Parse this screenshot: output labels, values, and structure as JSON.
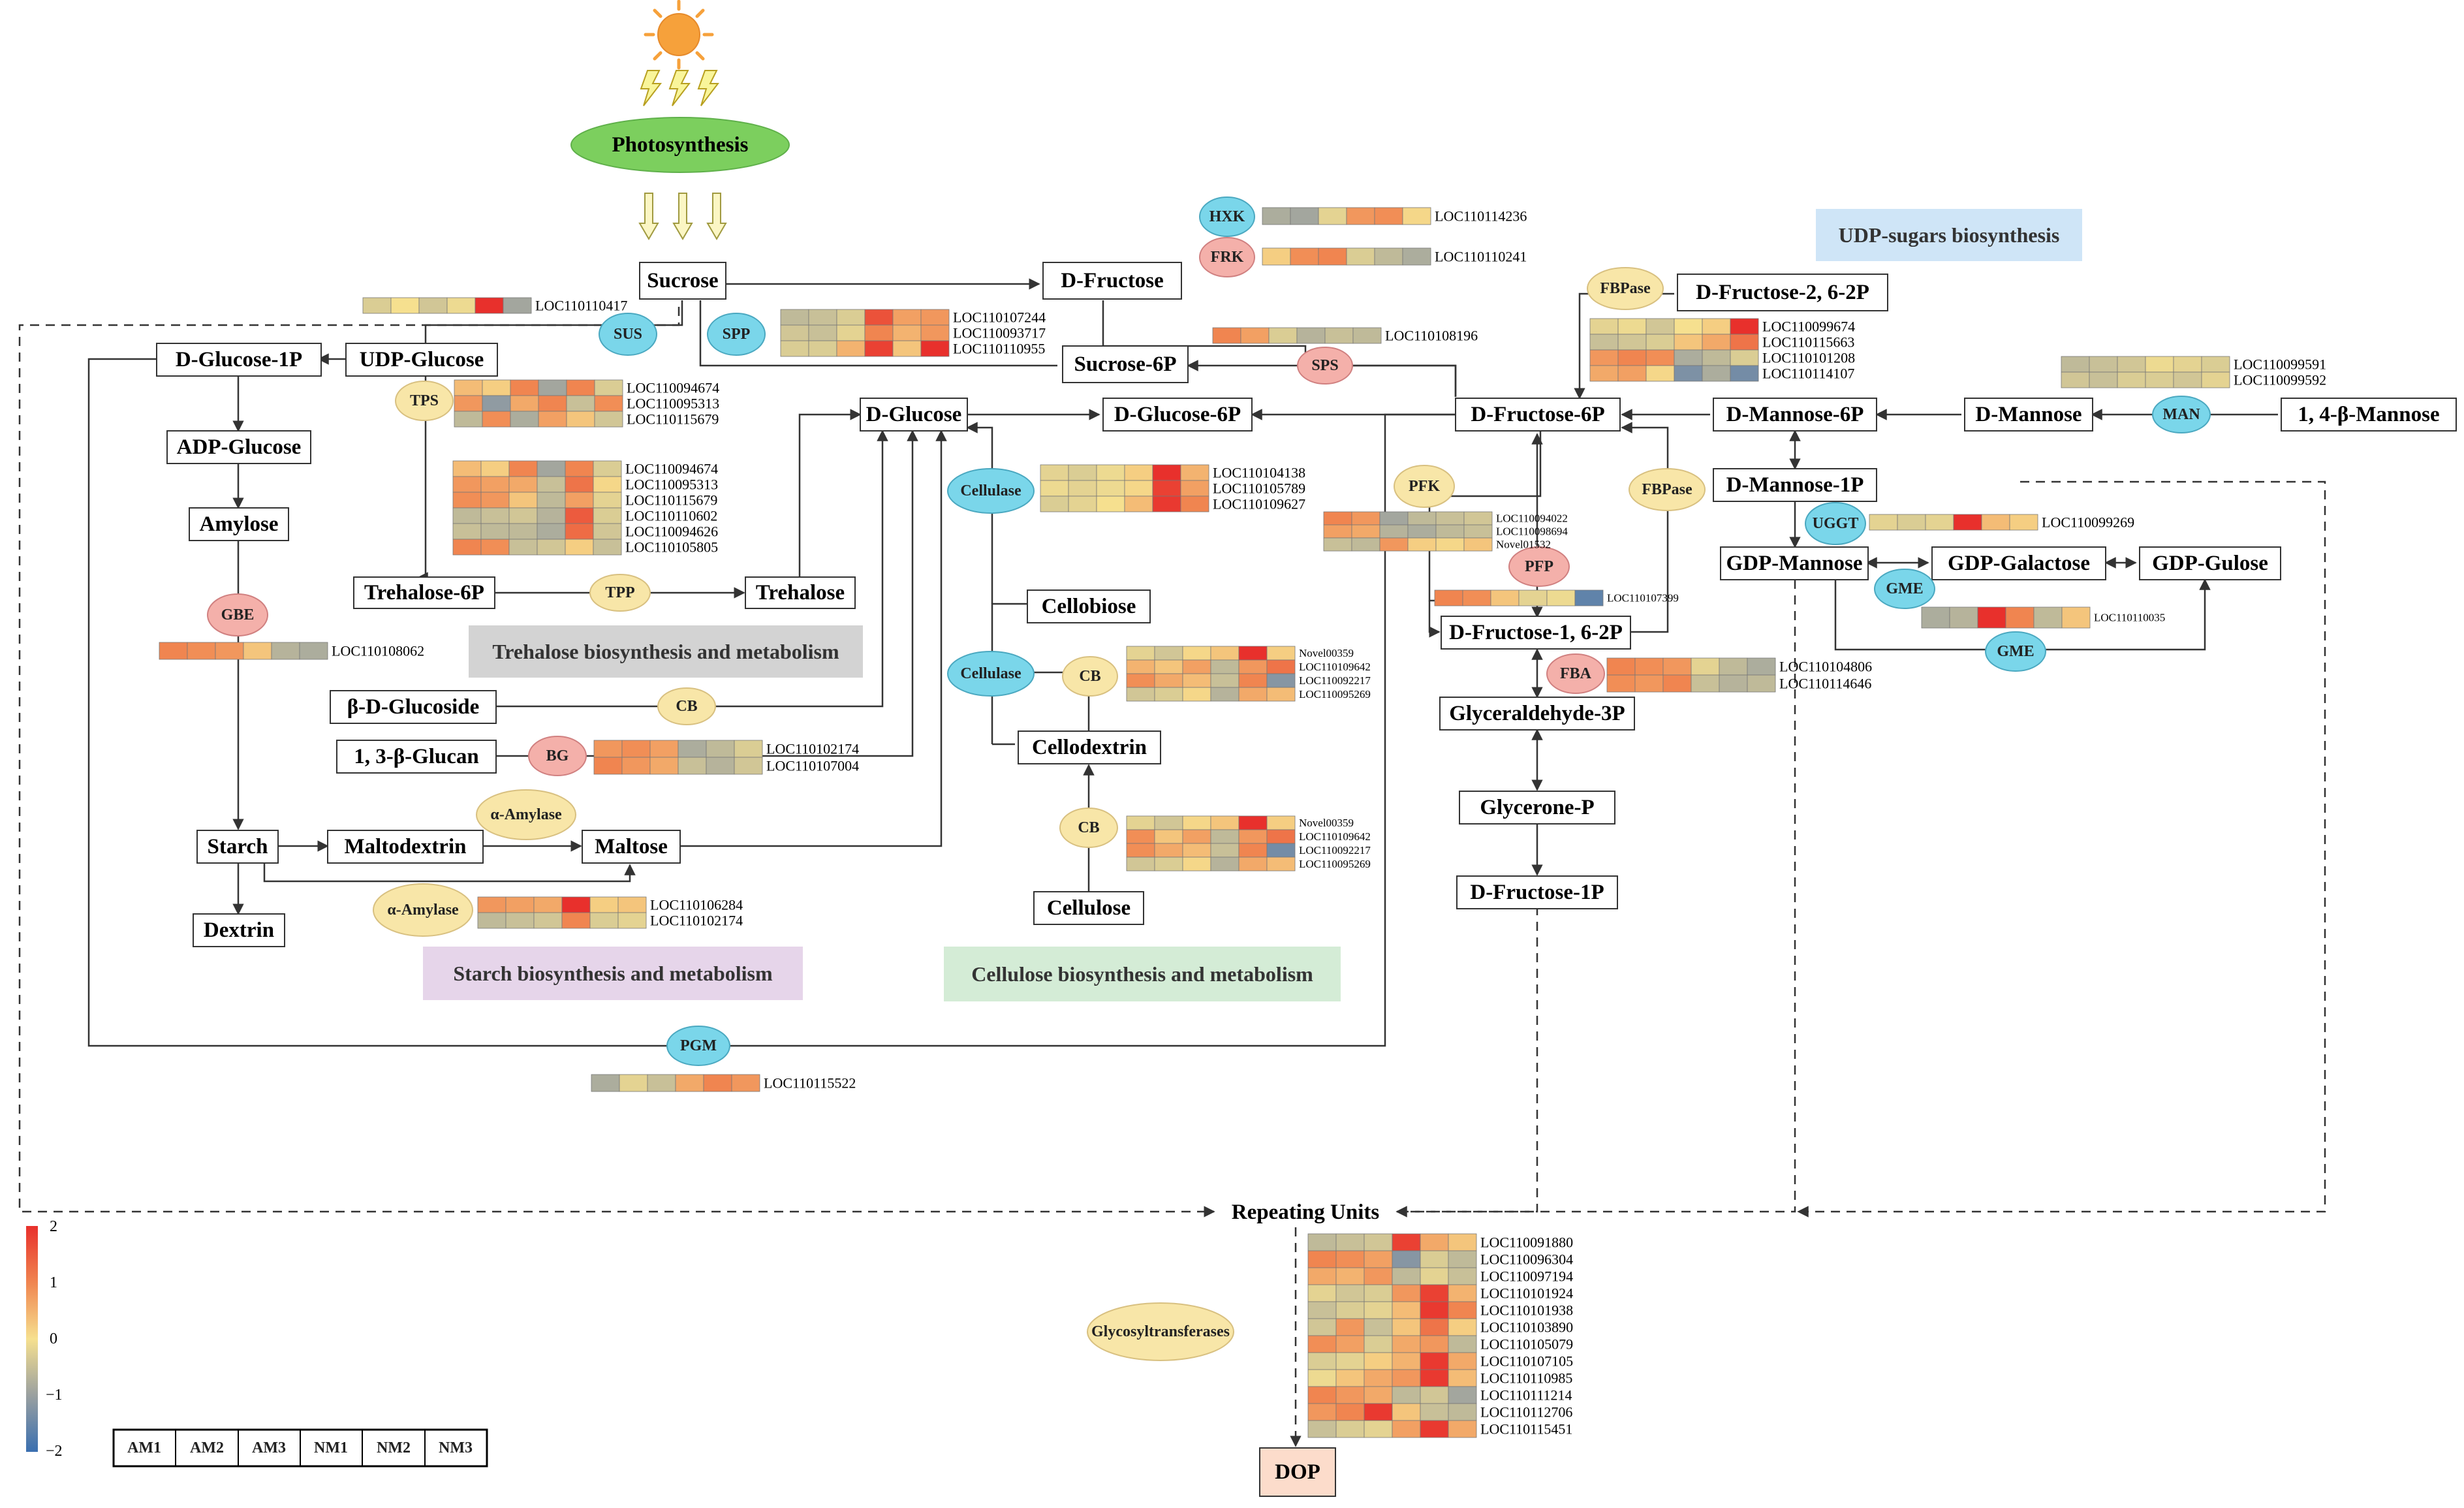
{
  "colors": {
    "enzyme_cyan": "#7ad6ea",
    "enzyme_red": "#f4b0aa",
    "enzyme_cream": "#f8e6a8",
    "photosynthesis": "#7ccf5e",
    "sun": "#f6a13b",
    "section_trehalose": "#d3d3d3",
    "section_starch": "#e6d5ea",
    "section_cellulose": "#d4ecd6",
    "section_udp": "#cfe5f7",
    "dop": "#fcdccb",
    "heat_low": "#3a6fb0",
    "heat_mid": "#f6e08f",
    "heat_high": "#e8302c"
  },
  "photosynthesis": "Photosynthesis",
  "nodes": {
    "sucrose": "Sucrose",
    "d_fructose": "D-Fructose",
    "d_fructose_26_2p": "D-Fructose-2, 6-2P",
    "d_glucose_1p": "D-Glucose-1P",
    "udp_glucose": "UDP-Glucose",
    "sucrose_6p": "Sucrose-6P",
    "d_glucose": "D-Glucose",
    "d_glucose_6p": "D-Glucose-6P",
    "d_fructose_6p": "D-Fructose-6P",
    "d_mannose_6p": "D-Mannose-6P",
    "d_mannose": "D-Mannose",
    "b14_mannose": "1, 4-β-Mannose",
    "adp_glucose": "ADP-Glucose",
    "amylose": "Amylose",
    "d_mannose_1p": "D-Mannose-1P",
    "gdp_mannose": "GDP-Mannose",
    "gdp_galactose": "GDP-Galactose",
    "gdp_gulose": "GDP-Gulose",
    "trehalose_6p": "Trehalose-6P",
    "trehalose": "Trehalose",
    "cellobiose": "Cellobiose",
    "d_fructose_16_2p": "D-Fructose-1, 6-2P",
    "b_d_glucoside": "β-D-Glucoside",
    "glucan": "1, 3-β-Glucan",
    "cellodextrin": "Cellodextrin",
    "glyceraldehyde_3p": "Glyceraldehyde-3P",
    "glycerone_p": "Glycerone-P",
    "starch": "Starch",
    "maltodextrin": "Maltodextrin",
    "maltose": "Maltose",
    "d_fructose_1p": "D-Fructose-1P",
    "dextrin": "Dextrin",
    "cellulose": "Cellulose",
    "repeating_units": "Repeating Units",
    "dop": "DOP"
  },
  "enzymes": {
    "hxk": "HXK",
    "frk": "FRK",
    "fbpase_top": "FBPase",
    "sus": "SUS",
    "spp": "SPP",
    "sps": "SPS",
    "man": "MAN",
    "tps": "TPS",
    "cellulase_1": "Cellulase",
    "pfk": "PFK",
    "fbpase_right": "FBPase",
    "uggt": "UGGT",
    "pfp": "PFP",
    "gbe": "GBE",
    "gme_1": "GME",
    "tpp": "TPP",
    "gme_2": "GME",
    "cellulase_2": "Cellulase",
    "cb_1": "CB",
    "fba": "FBA",
    "cb_2": "CB",
    "bg": "BG",
    "alpha_amylase_1": "α-Amylase",
    "cb_3": "CB",
    "alpha_amylase_2": "α-Amylase",
    "pgm": "PGM",
    "glycosyltransferases": "Glycosyltransferases"
  },
  "sections": {
    "udp": "UDP-sugars biosynthesis",
    "trehalose": "Trehalose biosynthesis and metabolism",
    "starch": "Starch biosynthesis and metabolism",
    "cellulose": "Cellulose biosynthesis and metabolism"
  },
  "legend": {
    "ticks": [
      "2",
      "1",
      "0",
      "−1",
      "−2"
    ],
    "samples": [
      "AM1",
      "AM2",
      "AM3",
      "NM1",
      "NM2",
      "NM3"
    ]
  },
  "heatmaps": {
    "hxk": {
      "genes": [
        "LOC110114236"
      ],
      "values": [
        [
          -0.8,
          -0.9,
          -0.2,
          0.8,
          0.9,
          0.1
        ]
      ]
    },
    "frk": {
      "genes": [
        "LOC110110241"
      ],
      "values": [
        [
          0.2,
          0.9,
          1.0,
          -0.3,
          -0.6,
          -0.8
        ]
      ]
    },
    "sus": {
      "genes": [
        "LOC110110417"
      ],
      "values": [
        [
          -0.3,
          0,
          -0.4,
          -0.1,
          2.0,
          -0.9
        ]
      ]
    },
    "spp": {
      "genes": [
        "LOC110107244",
        "LOC110093717",
        "LOC110110955"
      ],
      "values": [
        [
          -0.6,
          -0.5,
          -0.3,
          1.6,
          0.7,
          0.8
        ],
        [
          -0.4,
          -0.5,
          -0.2,
          1.0,
          0.5,
          0.8
        ],
        [
          -0.3,
          -0.3,
          0.5,
          1.8,
          0.3,
          2.0
        ]
      ]
    },
    "sps": {
      "genes": [
        "LOC110108196"
      ],
      "values": [
        [
          1.0,
          0.7,
          -0.3,
          -0.7,
          -0.5,
          -0.6
        ]
      ]
    },
    "fbpase_top": {
      "genes": [
        "LOC110099674",
        "LOC110115663",
        "LOC110101208",
        "LOC110114107"
      ],
      "values": [
        [
          -0.2,
          -0.1,
          -0.4,
          0,
          0.2,
          2.0
        ],
        [
          -0.5,
          -0.4,
          -0.3,
          0.3,
          0.6,
          1.2
        ],
        [
          0.8,
          1.0,
          0.9,
          -0.8,
          -0.6,
          -0.3
        ],
        [
          0.6,
          0.7,
          0.1,
          -1.3,
          -0.8,
          -1.4
        ]
      ]
    },
    "man": {
      "genes": [
        "LOC110099591",
        "LOC110099592"
      ],
      "values": [
        [
          -0.6,
          -0.5,
          -0.4,
          -0.1,
          -0.2,
          -0.3
        ],
        [
          -0.4,
          -0.5,
          -0.3,
          -0.3,
          -0.4,
          -0.2
        ]
      ]
    },
    "tps_1": {
      "genes": [
        "LOC110094674",
        "LOC110095313",
        "LOC110115679"
      ],
      "values": [
        [
          0.4,
          0.2,
          1.0,
          -0.9,
          1.0,
          -0.3
        ],
        [
          0.8,
          -1.1,
          0.6,
          1.0,
          -0.5,
          0.9
        ],
        [
          -0.6,
          0.9,
          -0.8,
          0.7,
          0.3,
          -0.4
        ]
      ]
    },
    "tps_2": {
      "genes": [
        "LOC110094674",
        "LOC110095313",
        "LOC110115679",
        "LOC110110602",
        "LOC110094626",
        "LOC110105805"
      ],
      "values": [
        [
          0.4,
          0.2,
          1.0,
          -0.9,
          1.0,
          -0.3
        ],
        [
          0.8,
          0.7,
          0.6,
          -0.5,
          1.2,
          0.1
        ],
        [
          0.9,
          0.8,
          0.3,
          -0.6,
          0.7,
          -0.2
        ],
        [
          -0.6,
          -0.5,
          -0.4,
          -0.7,
          1.5,
          -0.3
        ],
        [
          -0.5,
          -0.6,
          -0.6,
          -0.8,
          1.3,
          -0.4
        ],
        [
          1.0,
          0.9,
          -0.5,
          -0.4,
          0.2,
          -0.5
        ]
      ]
    },
    "cellulase_1": {
      "genes": [
        "LOC110104138",
        "LOC110105789",
        "LOC110109627"
      ],
      "values": [
        [
          -0.2,
          -0.3,
          -0.1,
          0.2,
          2.0,
          0.5
        ],
        [
          -0.1,
          -0.2,
          -0.1,
          0.1,
          1.8,
          0.7
        ],
        [
          -0.3,
          -0.2,
          0,
          0.4,
          1.9,
          1.0
        ]
      ]
    },
    "pfk": {
      "genes": [
        "LOC110094022",
        "LOC110098694",
        "Novel01532"
      ],
      "values": [
        [
          1.0,
          0.8,
          -0.9,
          -0.6,
          -0.5,
          -0.4
        ],
        [
          0.7,
          0.6,
          -0.7,
          -0.8,
          -0.6,
          -0.5
        ],
        [
          -0.5,
          -0.6,
          0.8,
          0.2,
          0.1,
          0.3
        ]
      ]
    },
    "uggt": {
      "genes": [
        "LOC110099269"
      ],
      "values": [
        [
          -0.2,
          -0.3,
          -0.2,
          2.0,
          0.4,
          0.2
        ]
      ]
    },
    "pfp": {
      "genes": [
        "LOC110107399"
      ],
      "values": [
        [
          1.0,
          0.9,
          0.3,
          -0.2,
          -0.1,
          -1.6
        ]
      ]
    },
    "gbe": {
      "genes": [
        "LOC110108062"
      ],
      "values": [
        [
          1.0,
          0.9,
          0.8,
          0.3,
          -0.7,
          -0.8
        ]
      ]
    },
    "gme": {
      "genes": [
        "LOC110110035"
      ],
      "values": [
        [
          -0.8,
          -0.7,
          2.0,
          1.0,
          -0.6,
          0.3
        ]
      ]
    },
    "cb_1": {
      "genes": [
        "Novel00359",
        "LOC110109642",
        "LOC110092217",
        "LOC110095269"
      ],
      "values": [
        [
          -0.2,
          -0.4,
          0.1,
          0.3,
          2.0,
          0.2
        ],
        [
          0.5,
          0.3,
          0.7,
          -0.6,
          0.8,
          1.2
        ],
        [
          0.9,
          0.6,
          0.4,
          -0.5,
          1.0,
          -1.2
        ],
        [
          -0.4,
          -0.3,
          0.1,
          -0.7,
          0.6,
          0.4
        ]
      ]
    },
    "fba": {
      "genes": [
        "LOC110104806",
        "LOC110114646"
      ],
      "values": [
        [
          1.0,
          0.9,
          0.8,
          -0.2,
          -0.6,
          -0.8
        ],
        [
          0.9,
          0.8,
          1.0,
          -0.5,
          -0.7,
          -0.6
        ]
      ]
    },
    "bg": {
      "genes": [
        "LOC110102174",
        "LOC110107004"
      ],
      "values": [
        [
          0.8,
          0.9,
          0.7,
          -0.8,
          -0.6,
          -0.3
        ],
        [
          1.0,
          0.8,
          0.6,
          -0.5,
          -0.7,
          -0.4
        ]
      ]
    },
    "cb_2": {
      "genes": [
        "Novel00359",
        "LOC110109642",
        "LOC110092217",
        "LOC110095269"
      ],
      "values": [
        [
          -0.2,
          -0.4,
          0.1,
          0.3,
          2.0,
          0.2
        ],
        [
          0.9,
          0.3,
          0.7,
          -0.6,
          0.8,
          1.2
        ],
        [
          0.9,
          0.6,
          0.4,
          -0.5,
          1.0,
          -1.4
        ],
        [
          -0.4,
          -0.3,
          0.1,
          -0.7,
          0.6,
          0.4
        ]
      ]
    },
    "alpha_amylase": {
      "genes": [
        "LOC110106284",
        "LOC110102174"
      ],
      "values": [
        [
          0.8,
          0.7,
          0.6,
          2.0,
          0.2,
          0.3
        ],
        [
          -0.6,
          -0.5,
          -0.4,
          1.0,
          -0.3,
          -0.2
        ]
      ]
    },
    "pgm": {
      "genes": [
        "LOC110115522"
      ],
      "values": [
        [
          -0.8,
          -0.2,
          -0.5,
          0.6,
          1.0,
          0.8
        ]
      ]
    },
    "gt": {
      "genes": [
        "LOC110091880",
        "LOC110096304",
        "LOC110097194",
        "LOC110101924",
        "LOC110101938",
        "LOC110103890",
        "LOC110105079",
        "LOC110107105",
        "LOC110110985",
        "LOC110111214",
        "LOC110112706",
        "LOC110115451"
      ],
      "values": [
        [
          -0.6,
          -0.5,
          -0.4,
          1.8,
          0.6,
          0.3
        ],
        [
          1.0,
          0.9,
          0.7,
          -1.2,
          -0.3,
          -0.6
        ],
        [
          0.6,
          0.5,
          0.8,
          -0.6,
          -0.2,
          -0.5
        ],
        [
          -0.2,
          -0.4,
          -0.3,
          0.8,
          1.8,
          0.5
        ],
        [
          -0.5,
          -0.3,
          -0.2,
          0.4,
          1.9,
          1.0
        ],
        [
          -0.4,
          0.8,
          -0.5,
          0.3,
          1.2,
          0.2
        ],
        [
          0.9,
          0.7,
          -0.3,
          0.6,
          0.8,
          -0.6
        ],
        [
          -0.3,
          -0.2,
          0.2,
          0.5,
          1.9,
          0.6
        ],
        [
          -0.1,
          0.3,
          0.6,
          0.8,
          1.9,
          0.4
        ],
        [
          1.0,
          0.8,
          0.6,
          -0.6,
          -0.4,
          -0.9
        ],
        [
          0.8,
          1.0,
          1.9,
          0.3,
          -0.5,
          -0.6
        ],
        [
          -0.5,
          -0.3,
          -0.2,
          0.7,
          1.9,
          0.6
        ]
      ]
    }
  }
}
